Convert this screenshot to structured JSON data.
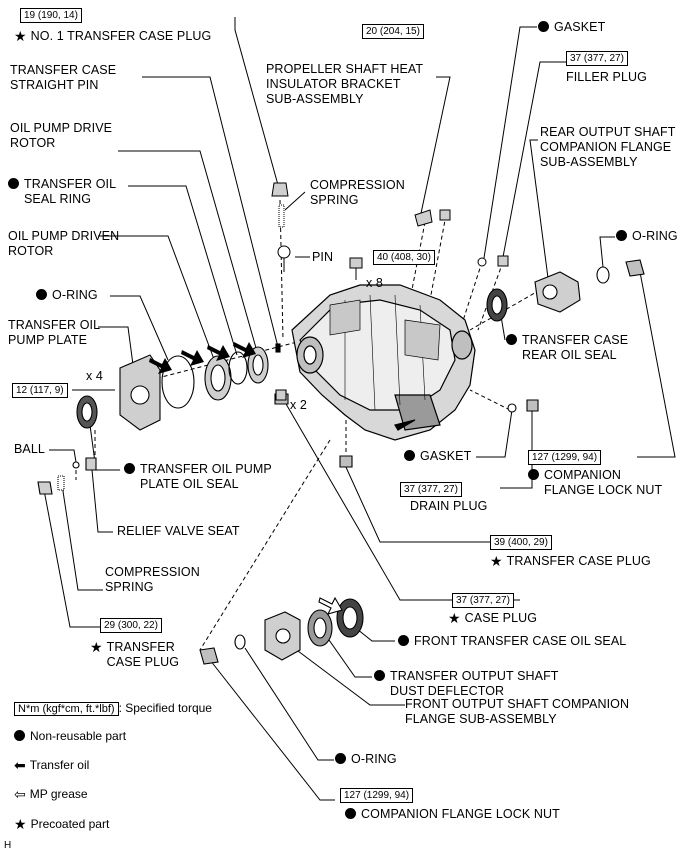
{
  "torques": {
    "t19": "19 (190, 14)",
    "t20": "20 (204, 15)",
    "t37a": "37 (377, 27)",
    "t40": "40 (408, 30)",
    "t12": "12 (117, 9)",
    "t127a": "127 (1299, 94)",
    "t37b": "37 (377, 27)",
    "t39": "39 (400, 29)",
    "t37c": "37 (377, 27)",
    "t29": "29 (300, 22)",
    "t127b": "127 (1299, 94)"
  },
  "labels": {
    "no1_plug": "NO. 1 TRANSFER CASE PLUG",
    "straight_pin": "TRANSFER CASE\nSTRAIGHT PIN",
    "drive_rotor": "OIL PUMP DRIVE\nROTOR",
    "seal_ring": "TRANSFER OIL\nSEAL RING",
    "driven_rotor": "OIL PUMP DRIVEN\nROTOR",
    "oring_left": "O-RING",
    "pump_plate": "TRANSFER OIL\nPUMP PLATE",
    "x4": "x 4",
    "ball": "BALL",
    "plate_seal": "TRANSFER OIL PUMP\nPLATE OIL SEAL",
    "relief_seat": "RELIEF VALVE SEAT",
    "comp_spring_low": "COMPRESSION\nSPRING",
    "plug_low": "TRANSFER\nCASE PLUG",
    "bracket": "PROPELLER SHAFT HEAT\nINSULATOR BRACKET\nSUB-ASSEMBLY",
    "comp_spring_top": "COMPRESSION\nSPRING",
    "pin": "PIN",
    "x8": "x 8",
    "x2": "x 2",
    "gasket_top": "GASKET",
    "filler_plug": "FILLER PLUG",
    "rear_flange": "REAR OUTPUT SHAFT\nCOMPANION FLANGE\nSUB-ASSEMBLY",
    "oring_right": "O-RING",
    "rear_seal": "TRANSFER CASE\nREAR OIL SEAL",
    "gasket_mid": "GASKET",
    "lock_nut_right": "COMPANION\nFLANGE LOCK NUT",
    "drain_plug": "DRAIN PLUG",
    "case_plug_39": "TRANSFER CASE PLUG",
    "case_plug_37": "CASE PLUG",
    "front_seal": "FRONT TRANSFER CASE OIL SEAL",
    "dust_deflector": "TRANSFER OUTPUT SHAFT\nDUST DEFLECTOR",
    "front_flange": "FRONT OUTPUT SHAFT COMPANION\nFLANGE SUB-ASSEMBLY",
    "oring_low": "O-RING",
    "lock_nut_low": "COMPANION FLANGE LOCK NUT"
  },
  "legend": {
    "torque_box": "N*m (kgf*cm, ft.*lbf)",
    "torque_text": ": Specified torque",
    "non_reusable": "Non-reusable part",
    "transfer_oil": "Transfer oil",
    "mp_grease": "MP grease",
    "precoated": "Precoated part"
  },
  "footer": {
    "code": "H"
  },
  "icons": {
    "non_reusable": "filled-circle-icon",
    "precoated": "star-icon",
    "transfer_oil": "filled-arrow-icon",
    "mp_grease": "hollow-arrow-icon"
  }
}
